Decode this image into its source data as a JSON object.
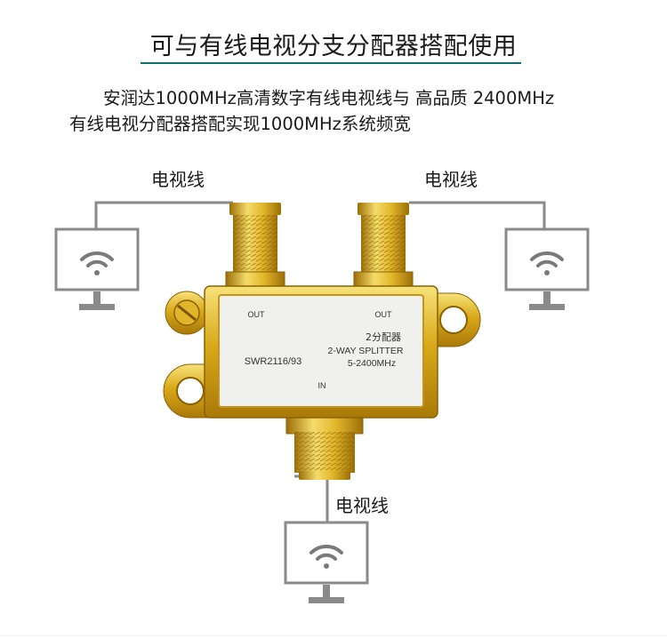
{
  "title": "可与有线电视分支分配器搭配使用",
  "description": {
    "line1": "安润达1000MHz高清数字有线电视线与 高品质 2400MHz",
    "line2": "有线电视分配器搭配实现1000MHz系统频宽"
  },
  "cable_labels": {
    "left": "电视线",
    "right": "电视线",
    "bottom": "电视线"
  },
  "splitter": {
    "port_out_left": "OUT",
    "port_out_right": "OUT",
    "port_in": "IN",
    "model": "SWR2116/93",
    "name_cn": "2分配器",
    "name_en": "2-WAY SPLITTER",
    "freq": "5-2400MHz"
  },
  "colors": {
    "title_underline": "#0f6e6e",
    "device_gray": "#8a8a8a",
    "gold": "#d4a514"
  },
  "icons": {
    "tv": "tv-monitor-icon",
    "signal": "wifi-signal-icon"
  }
}
